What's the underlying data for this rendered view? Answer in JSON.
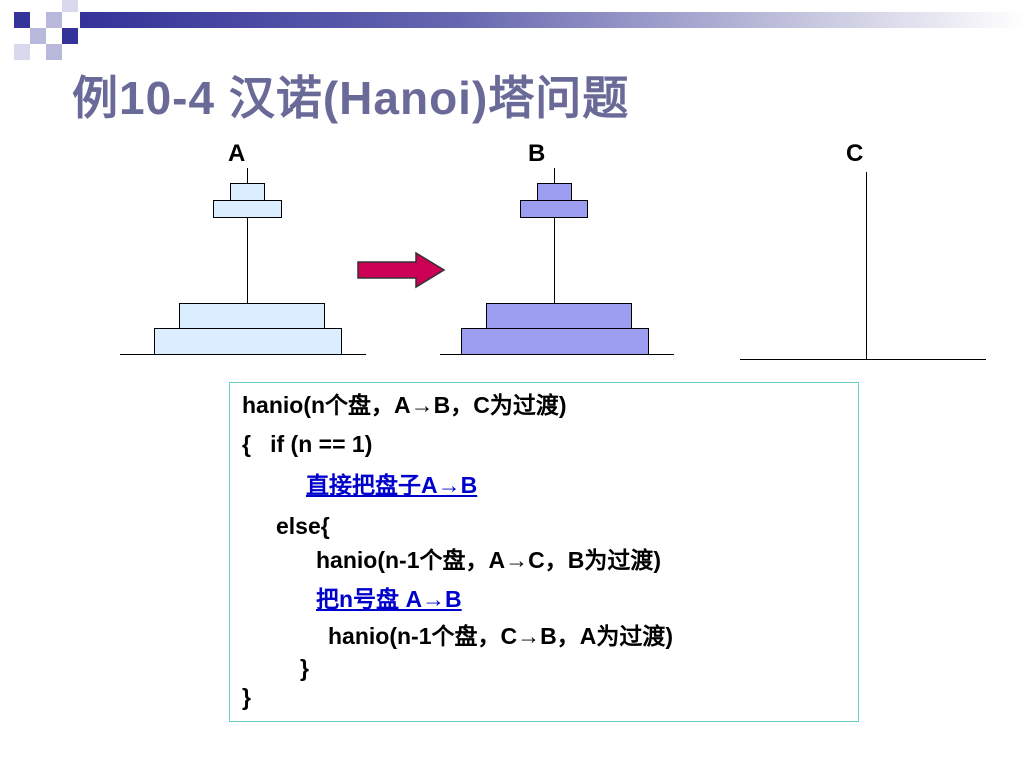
{
  "slide": {
    "title": "例10-4  汉诺(Hanoi)塔问题",
    "accent_color": "#333399",
    "title_color": "#6a6a98"
  },
  "diagram": {
    "pegs": [
      {
        "label": "A"
      },
      {
        "label": "B"
      },
      {
        "label": "C"
      }
    ],
    "arrow": {
      "icon": "right-arrow-icon",
      "color": "#cc0055"
    },
    "disk_colors": {
      "source": "#dbeeff",
      "target": "#9c9cf0"
    }
  },
  "code": {
    "lines": [
      "hanio(n个盘，A→B，C为过渡)",
      "{   if (n == 1)",
      "直接把盘子A→B",
      "else{",
      "hanio(n-1个盘，A→C，B为过渡)",
      "把n号盘 A→B",
      "hanio(n-1个盘，C→B，A为过渡)",
      "}",
      "}"
    ]
  }
}
